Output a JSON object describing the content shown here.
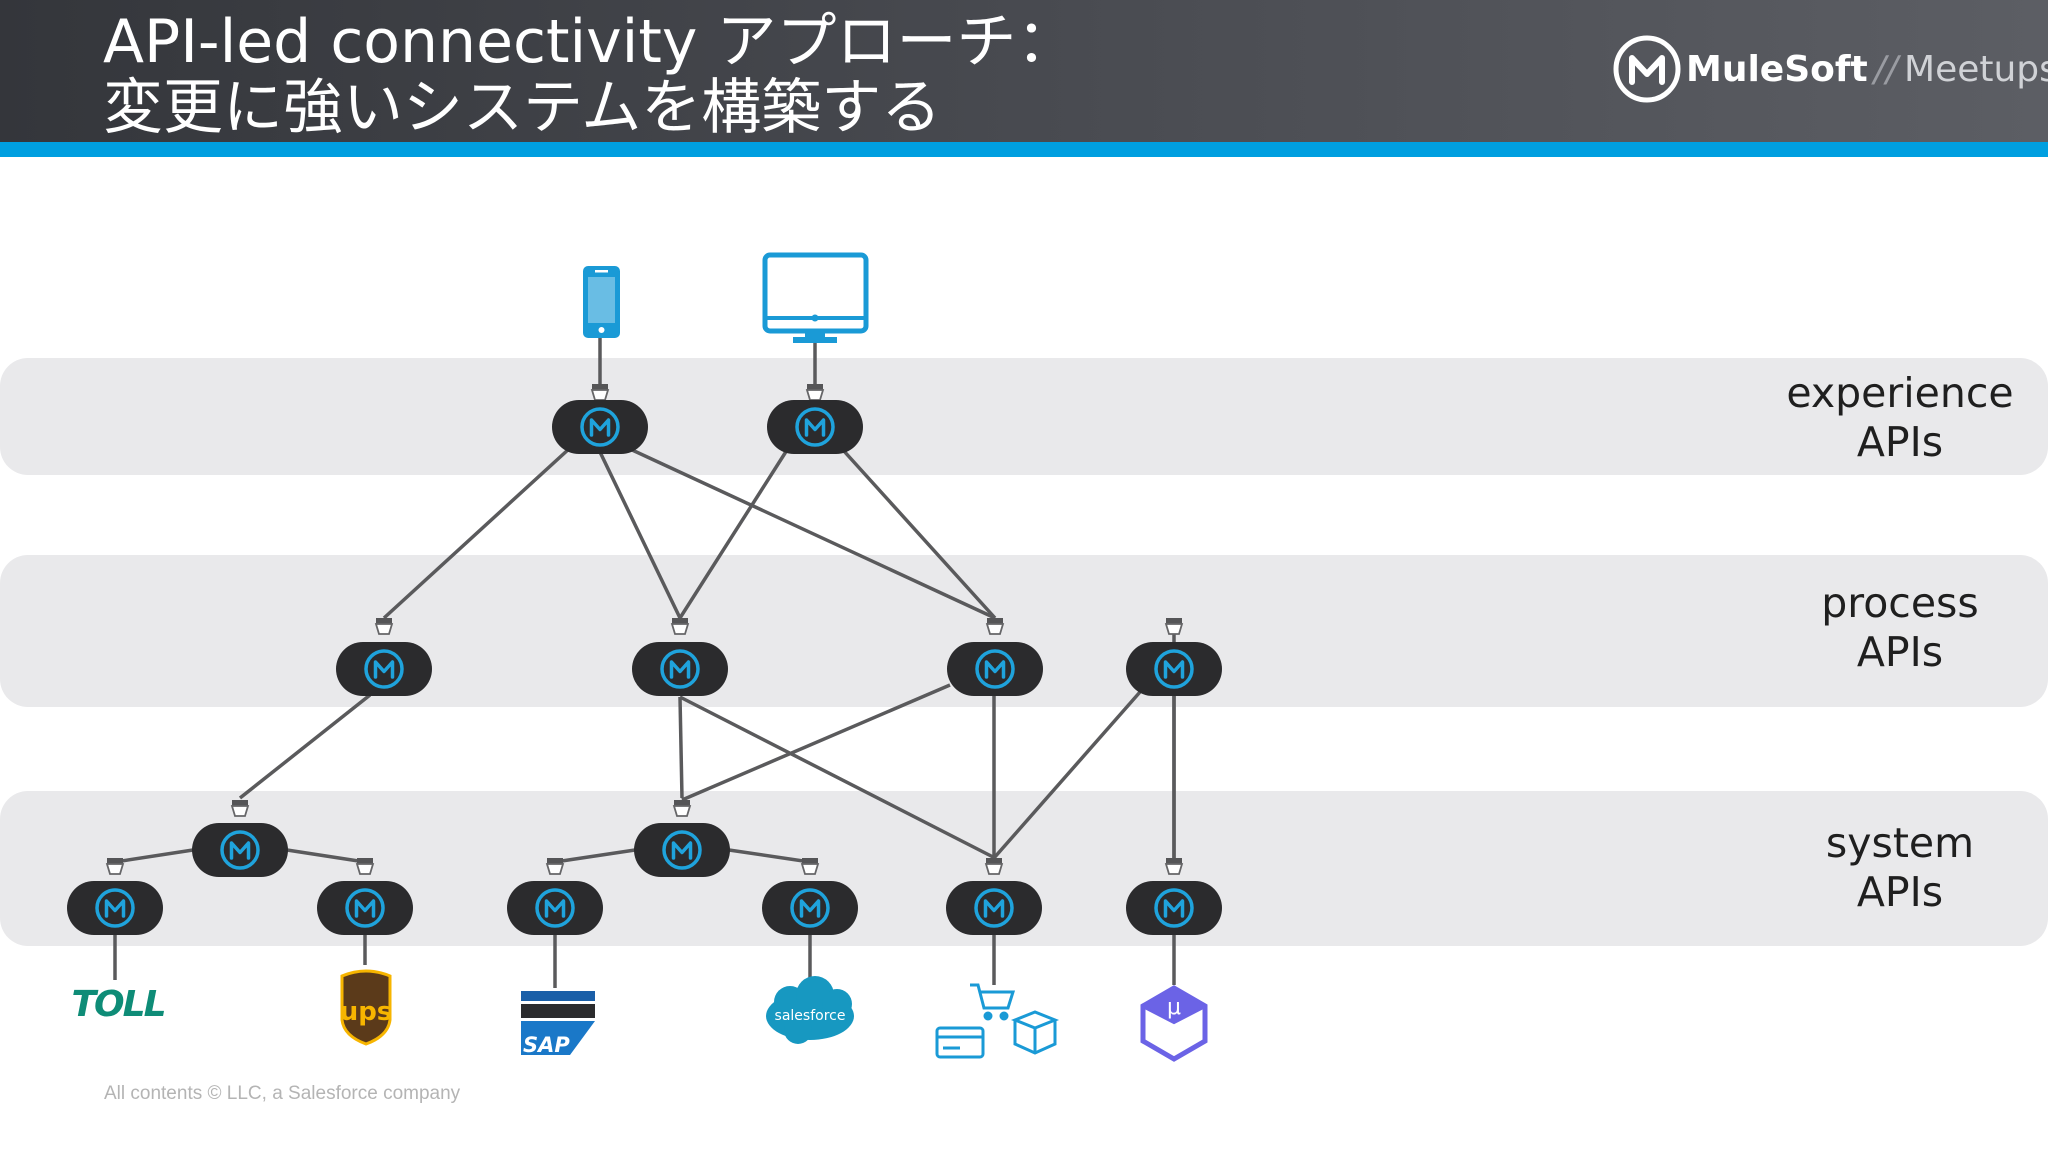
{
  "header": {
    "title_line1": "API-led connectivity アプローチ：",
    "title_line2": "変更に強いシステムを構築する"
  },
  "brand": {
    "name": "MuleSoft",
    "separator": "//",
    "sub": "Meetups",
    "logo_icon": "mulesoft-logo-icon"
  },
  "layers": [
    {
      "label_line1": "experience",
      "label_line2": "APIs"
    },
    {
      "label_line1": "process",
      "label_line2": "APIs"
    },
    {
      "label_line1": "system",
      "label_line2": "APIs"
    }
  ],
  "logos": {
    "toll": "TOLL",
    "ups": "ups",
    "sap": "SAP",
    "salesforce": "salesforce",
    "micro": "μ"
  },
  "footer": "All contents © LLC, a Salesforce company",
  "colors": {
    "accent": "#009fe0",
    "node": "#2b2b2d",
    "band": "#e9e9eb",
    "line": "#5a5a5c",
    "device": "#1a9ad6",
    "toll": "#0e8c77",
    "ups_brown": "#5b3a1a",
    "ups_gold": "#f7b500",
    "micro": "#6b63e6"
  }
}
